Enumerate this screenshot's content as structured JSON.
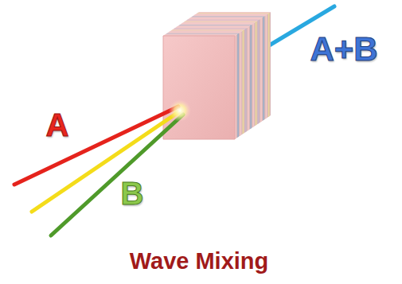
{
  "diagram": {
    "caption": "Wave Mixing",
    "labels": [
      "A",
      "B",
      "A+B"
    ]
  }
}
